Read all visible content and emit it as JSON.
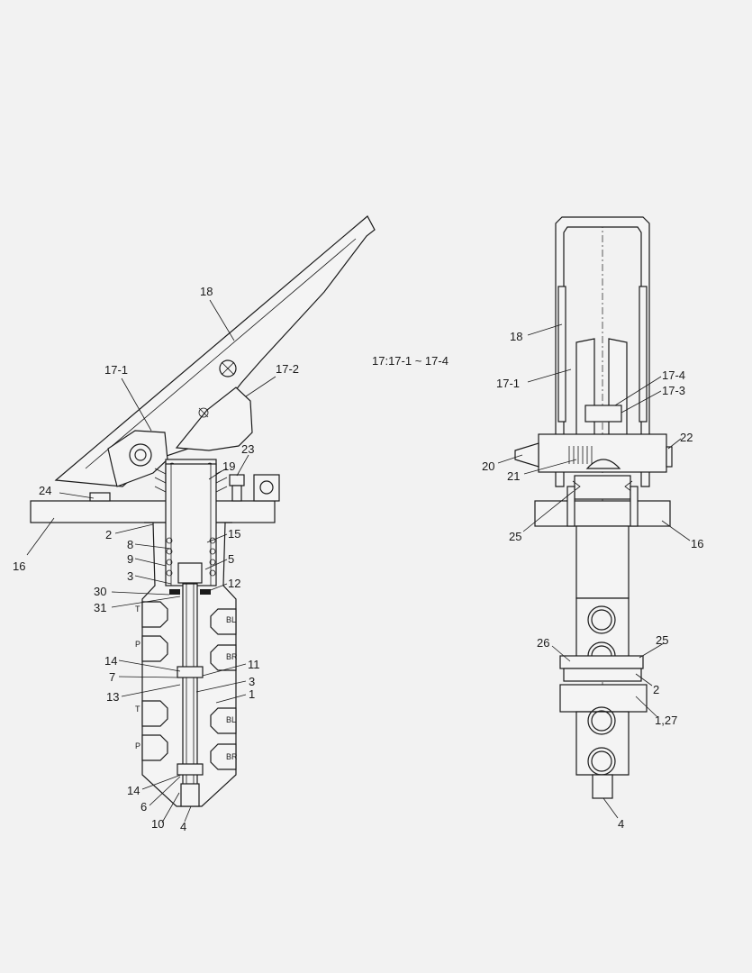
{
  "note": "17:17-1 ~ 17-4",
  "left_view": {
    "labels": {
      "l18": "18",
      "l17_1": "17-1",
      "l17_2": "17-2",
      "l23": "23",
      "l19": "19",
      "l24": "24",
      "l16": "16",
      "l2": "2",
      "l15": "15",
      "l8": "8",
      "l9": "9",
      "l5": "5",
      "l3a": "3",
      "l12": "12",
      "l30": "30",
      "l31": "31",
      "l14a": "14",
      "l11": "11",
      "l7": "7",
      "l3b": "3",
      "l13": "13",
      "l1": "1",
      "l14b": "14",
      "l6": "6",
      "l10": "10",
      "l4": "4"
    },
    "ports": {
      "t1": "T",
      "p1": "P",
      "bl1": "BL",
      "br1": "BR",
      "t2": "T",
      "p2": "P",
      "bl2": "BL",
      "br2": "BR"
    }
  },
  "right_view": {
    "labels": {
      "l18": "18",
      "l17_1": "17-1",
      "l17_4": "17-4",
      "l17_3": "17-3",
      "l22": "22",
      "l20": "20",
      "l21": "21",
      "l25a": "25",
      "l16": "16",
      "l26": "26",
      "l25b": "25",
      "l2": "2",
      "l1_27": "1,27",
      "l4": "4"
    }
  }
}
